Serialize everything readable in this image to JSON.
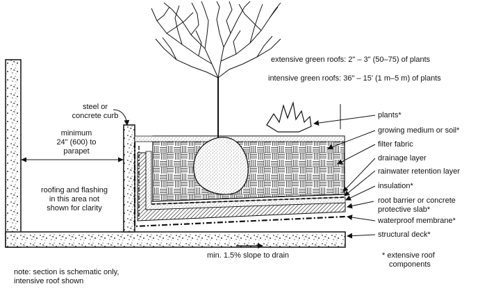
{
  "header": {
    "extensive": "extensive green roofs: 2\" – 3\" (50–75) of plants",
    "intensive": "intensive green roofs: 36\" – 15' (1 m–5 m) of plants"
  },
  "left_labels": {
    "curb_line1": "steel or",
    "curb_line2": "concrete curb",
    "min_line1": "minimum",
    "min_line2": "24\" (600) to",
    "min_line3": "parapet",
    "roofing_line1": "roofing and flashing",
    "roofing_line2": "in this area not",
    "roofing_line3": "shown for clarity"
  },
  "layers": [
    {
      "label": "plants*"
    },
    {
      "label": "growing medium or soil*"
    },
    {
      "label": "filter fabric"
    },
    {
      "label": "drainage layer"
    },
    {
      "label": "rainwater retention layer"
    },
    {
      "label": "insulation*"
    },
    {
      "label": "root barrier or concrete"
    },
    {
      "label": "protective slab*"
    },
    {
      "label": "waterproof membrane*"
    },
    {
      "label": "structural deck*"
    }
  ],
  "slope": "min. 1.5% slope to drain",
  "notes": {
    "schematic_line1": "note: section is schematic only,",
    "schematic_line2": "intensive roof shown",
    "ext_line1": "* extensive roof",
    "ext_line2": "components"
  }
}
